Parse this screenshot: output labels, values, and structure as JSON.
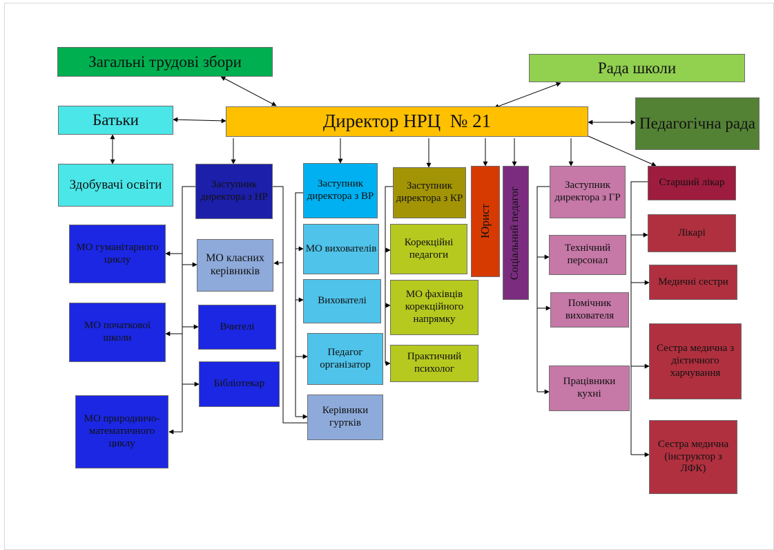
{
  "nodes": {
    "trud_zbory": "Загальні трудові збори",
    "rada_shkoly": "Рада школи",
    "batky": "Батьки",
    "dyrektor": "Директор НРЦ  № 21",
    "ped_rada": "Педагогічна рада",
    "zdobuvachi": "Здобувачі освіти",
    "zast_nr": "Заступник директора з НР",
    "zast_vr": "Заступник директора з ВР",
    "zast_kr": "Заступник директора з  КР",
    "yurist": "Юрист",
    "soc_pedagog": "Соціальний педагог",
    "zast_gr": "Заступник директора з ГР",
    "starshyi_likar": "Старший лікар",
    "mo_gum": "МО гуманітарного циклу",
    "mo_klasnyh": "МО класних керівників",
    "mo_vyhovateliv": "МО вихователів",
    "korekc_pedagogy": "Корекційні педагоги",
    "tekh_personal": "Технічний персонал",
    "likari": "Лікарі",
    "med_sestry": "Медичні сестри",
    "vyhovateli": "Вихователі",
    "mo_fahivtsiv": "МО фахівців корекційного напрямку",
    "pomichnyk": "Помічник вихователя",
    "mo_poch": "МО початкової школи",
    "vchyteli": "Вчителі",
    "ped_org": "Педагог організатор",
    "prakt_psyh": "Практичний психолог",
    "sestra_diet": "Сестра медична з дієтичного харчування",
    "bibliotekar": "Бібліотекар",
    "pratsivnyky_kuhni": "Працівники кухні",
    "mo_pryr": "МО природничо-математичного циклу",
    "kerivnyky_gurtkiv": "Керівники гуртків",
    "sestra_lfk": "Сестра медична (інструктор з ЛФК)"
  },
  "colors": {
    "green_dark": "#00b050",
    "green_light": "#92d050",
    "cyan": "#4ae6e8",
    "orange": "#ffc000",
    "olive_dark": "#548235",
    "navy": "#1c1fa9",
    "blue_bright": "#1b27e3",
    "sky": "#00b0f0",
    "sky_light": "#4fc3ea",
    "periwinkle": "#8eaadb",
    "olive": "#a39406",
    "lime": "#b5c91f",
    "red_orange": "#d73a00",
    "purple": "#7b2c7f",
    "mauve": "#c678a7",
    "crimson": "#9e1c3e",
    "brick": "#b0303f"
  }
}
